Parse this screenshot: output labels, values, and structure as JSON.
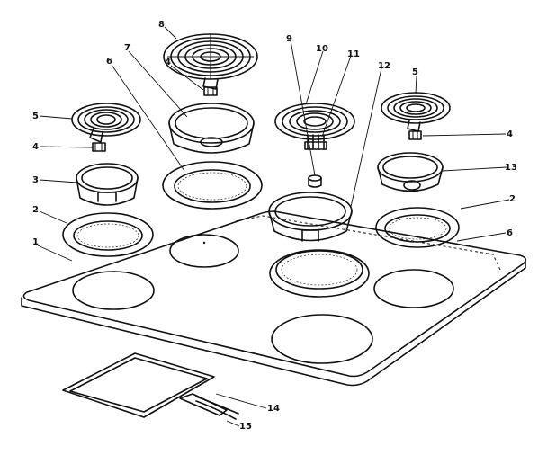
{
  "callouts": {
    "c1": "1",
    "c2a": "2",
    "c2b": "2",
    "c3": "3",
    "c4a": "4",
    "c4b": "4",
    "c4c": "4",
    "c5a": "5",
    "c5b": "5",
    "c6a": "6",
    "c6b": "6",
    "c7": "7",
    "c8": "8",
    "c9": "9",
    "c10": "10",
    "c11": "11",
    "c12": "12",
    "c13": "13",
    "c14": "14",
    "c15": "15"
  }
}
